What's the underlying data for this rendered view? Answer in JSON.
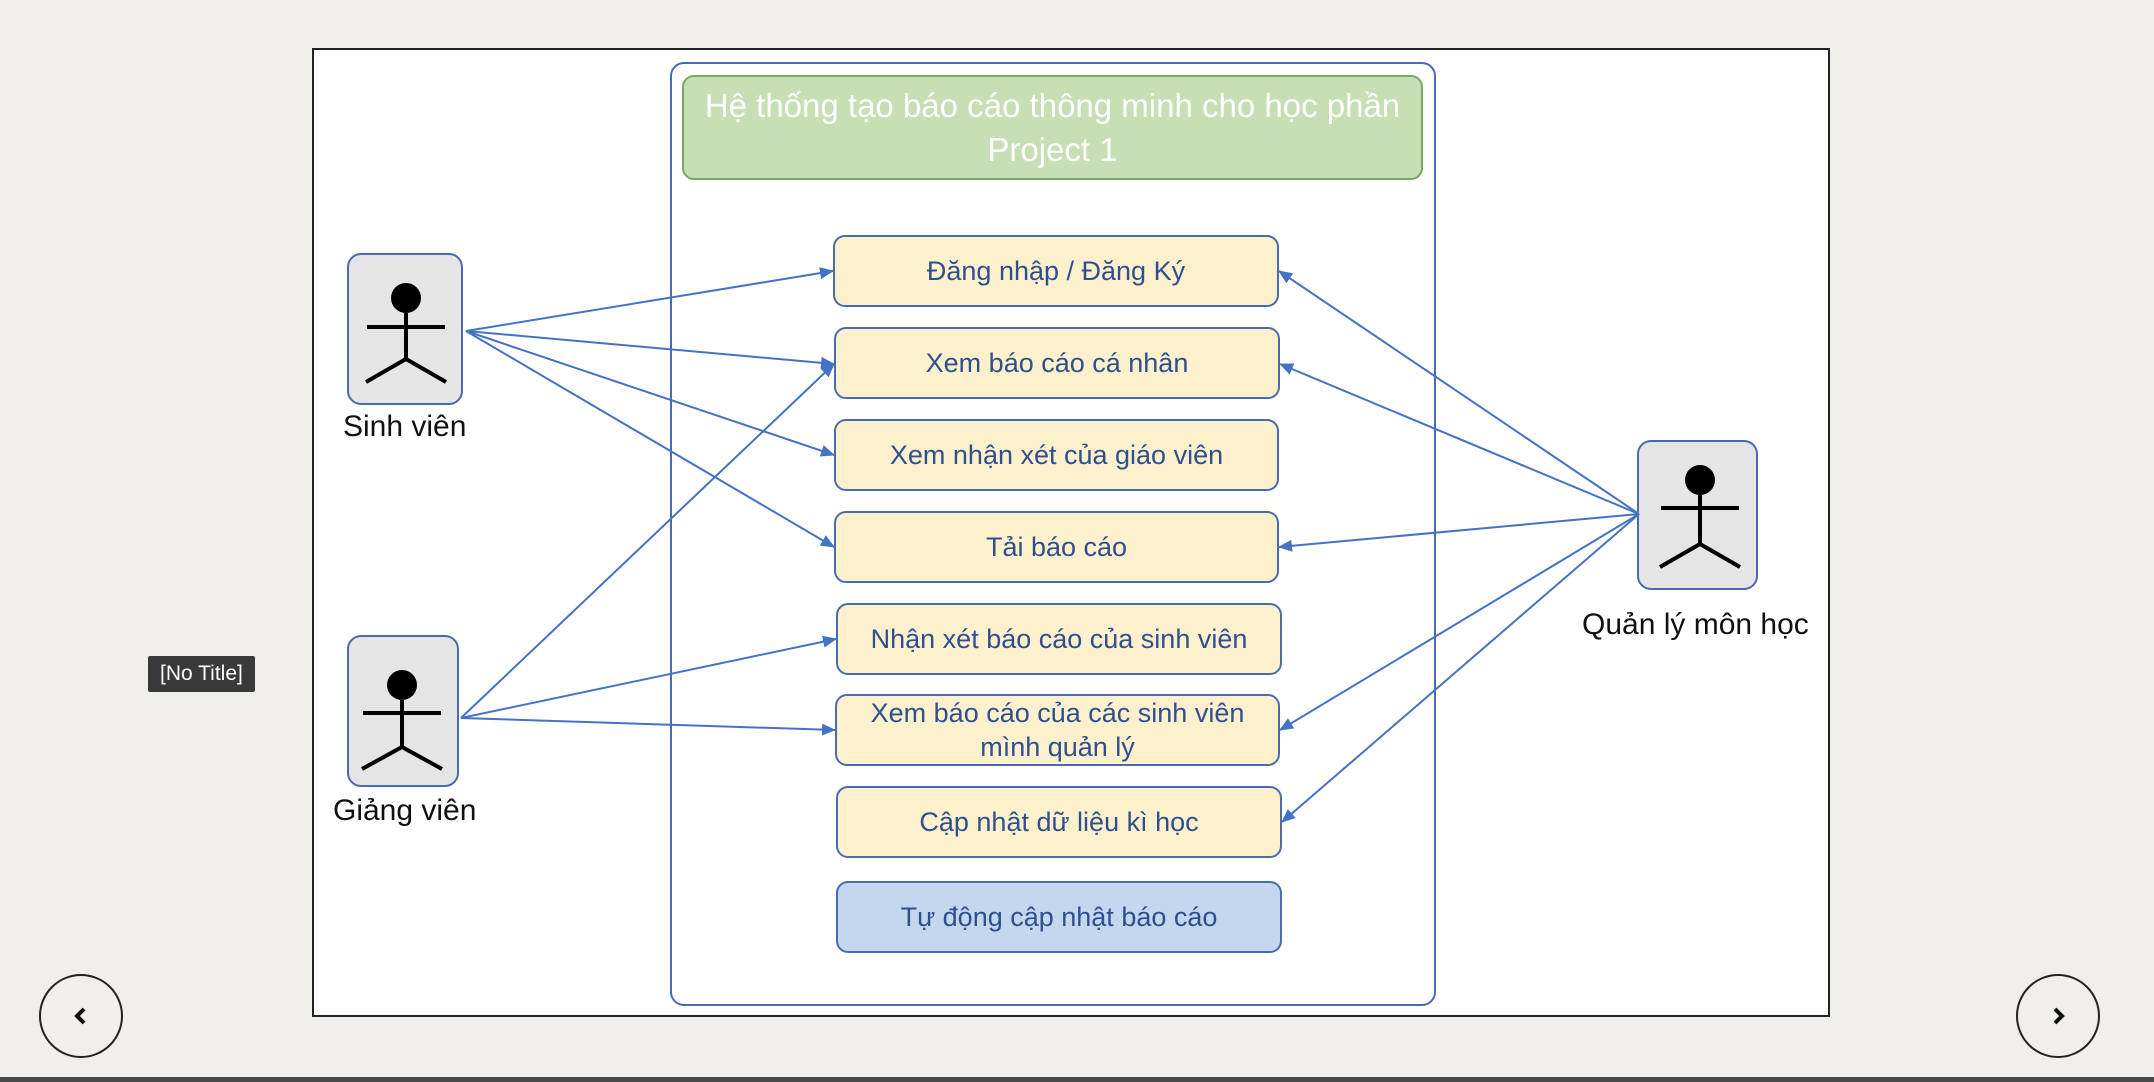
{
  "diagram": {
    "system_title_line1": "Hệ thống tạo báo cáo thông minh cho học phần",
    "system_title_line2": "Project 1",
    "use_cases": {
      "login": "Đăng nhập / Đăng Ký",
      "view_personal_report": "Xem báo cáo cá nhân",
      "view_teacher_comments": "Xem nhận xét của giáo viên",
      "download_report": "Tải báo cáo",
      "comment_student_report": "Nhận xét báo cáo của sinh viên",
      "view_managed_reports_line1": "Xem báo cáo của các sinh viên",
      "view_managed_reports_line2": "mình quản lý",
      "update_semester_data": "Cập nhật dữ liệu kì học",
      "auto_update_report": "Tự động cập nhật báo cáo"
    },
    "actors": {
      "student": "Sinh viên",
      "lecturer": "Giảng viên",
      "course_manager": "Quản lý môn học"
    }
  },
  "viewer": {
    "tooltip": "[No Title]",
    "prev_icon": "chevron-left-icon",
    "next_icon": "chevron-right-icon"
  },
  "colors": {
    "line": "#4472c4",
    "title_fill": "#c6dfb4",
    "usecase_fill": "#fdf1cd",
    "auto_fill": "#c5d7ee"
  }
}
